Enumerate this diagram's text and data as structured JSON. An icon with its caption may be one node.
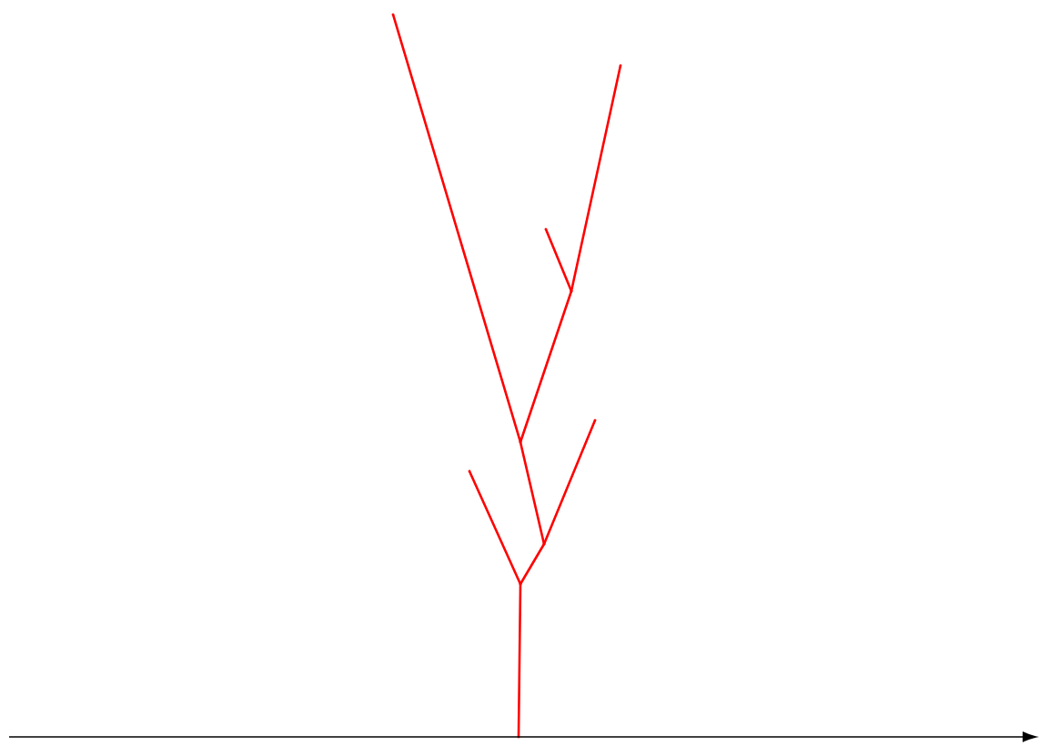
{
  "diagram": {
    "nodes": [
      {
        "text": [],
        "shape": "point"
      },
      {
        "text": [],
        "shape": "point"
      },
      {
        "text": [],
        "shape": "point"
      },
      {
        "text": [],
        "shape": "point"
      },
      {
        "text": [],
        "shape": "point"
      },
      {
        "text": [],
        "shape": "point"
      },
      {
        "text": [],
        "shape": "point"
      },
      {
        "text": [],
        "shape": "point"
      },
      {
        "text": [],
        "shape": "point"
      },
      {
        "text": [],
        "shape": "point"
      }
    ],
    "edges": [
      {
        "from": 0,
        "to": 1,
        "arrow": "none",
        "color": "#ff0000"
      },
      {
        "from": 1,
        "to": 2,
        "arrow": "none",
        "color": "#ff0000"
      },
      {
        "from": 1,
        "to": 3,
        "arrow": "none",
        "color": "#ff0000"
      },
      {
        "from": 3,
        "to": 4,
        "arrow": "none",
        "color": "#ff0000"
      },
      {
        "from": 3,
        "to": 5,
        "arrow": "none",
        "color": "#ff0000"
      },
      {
        "from": 4,
        "to": 6,
        "arrow": "none",
        "color": "#ff0000"
      },
      {
        "from": 4,
        "to": 7,
        "arrow": "none",
        "color": "#ff0000"
      },
      {
        "from": 7,
        "to": 8,
        "arrow": "none",
        "color": "#ff0000"
      },
      {
        "from": 7,
        "to": 9,
        "arrow": "none",
        "color": "#ff0000"
      }
    ]
  }
}
